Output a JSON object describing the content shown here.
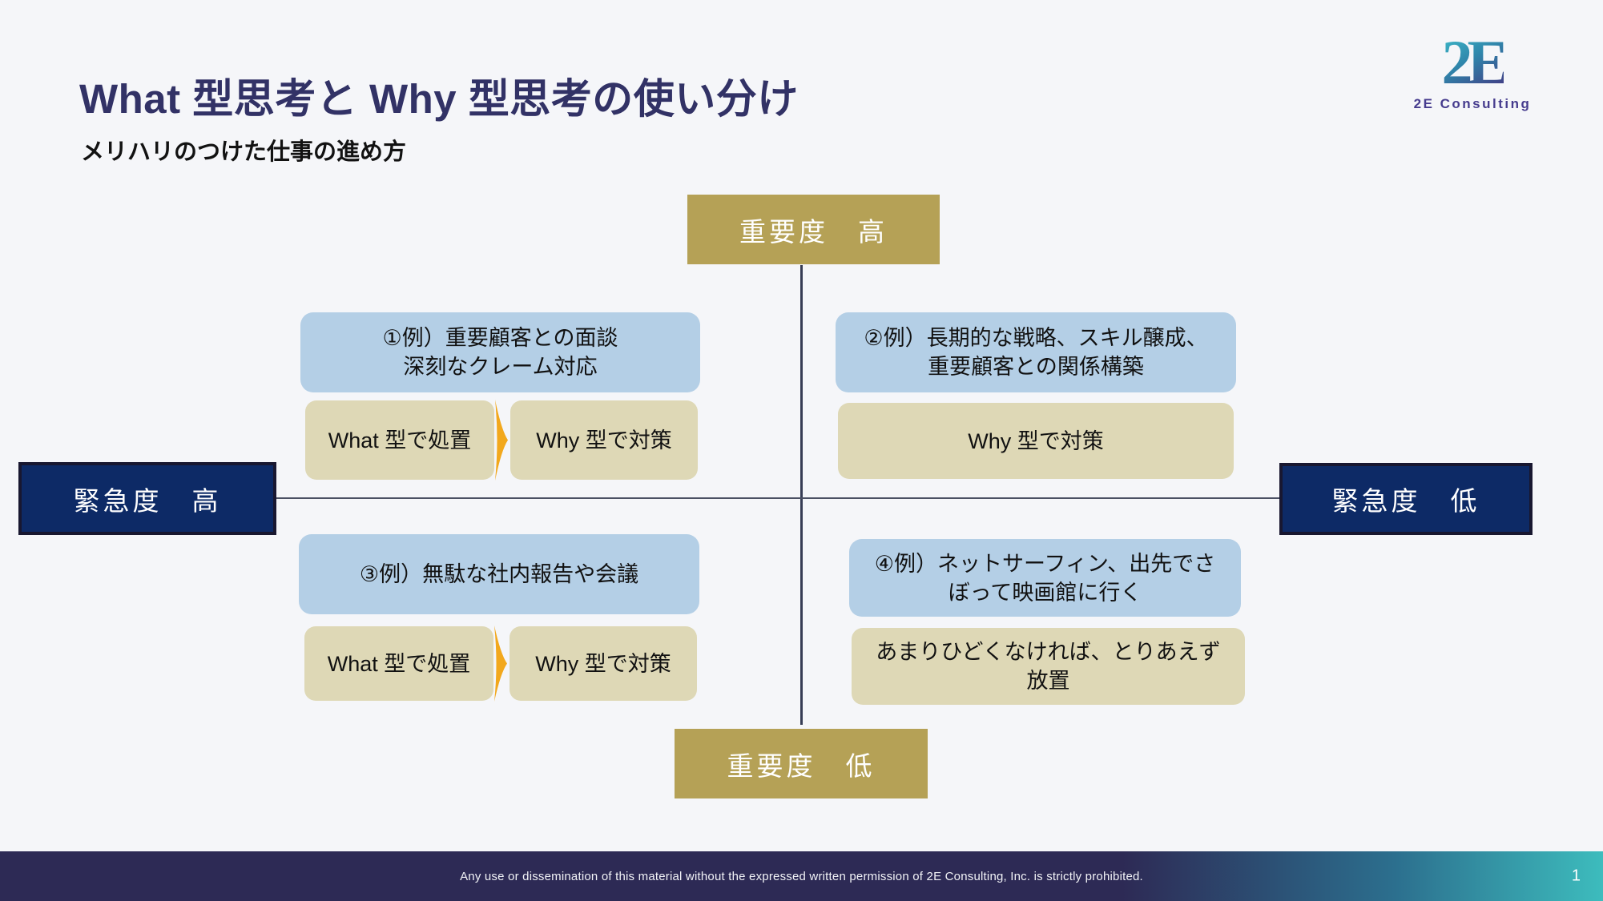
{
  "slide": {
    "title": "What 型思考と Why 型思考の使い分け",
    "subtitle": "メリハリのつけた仕事の進め方",
    "footer_text": "Any use or dissemination of this material without the expressed written permission of 2E Consulting, Inc. is strictly prohibited.",
    "page_number": "1"
  },
  "logo": {
    "mark": "2E",
    "name": "2E Consulting"
  },
  "matrix": {
    "axis_labels": {
      "importance_high": "重要度　高",
      "importance_low": "重要度　低",
      "urgency_high": "緊急度　高",
      "urgency_low": "緊急度　低"
    },
    "quadrants": [
      {
        "id": "q1",
        "position": "urgent-important",
        "example": "①例）重要顧客との面談\n深刻なクレーム対応",
        "actions": [
          "What 型で処置",
          "Why 型で対策"
        ],
        "has_arrow": true
      },
      {
        "id": "q2",
        "position": "not-urgent-important",
        "example": "②例）長期的な戦略、スキル醸成、\n重要顧客との関係構築",
        "actions": [
          "Why 型で対策"
        ],
        "has_arrow": false
      },
      {
        "id": "q3",
        "position": "urgent-not-important",
        "example": "③例）無駄な社内報告や会議",
        "actions": [
          "What 型で処置",
          "Why 型で対策"
        ],
        "has_arrow": true
      },
      {
        "id": "q4",
        "position": "not-urgent-not-important",
        "example": "④例）ネットサーフィン、出先でさ\nぼって映画館に行く",
        "actions": [
          "あまりひどくなければ、とりあえず\n放置"
        ],
        "has_arrow": false
      }
    ]
  },
  "palette": {
    "background": "#f5f6f9",
    "title_color": "#323266",
    "axis_gold": "#b5a156",
    "axis_navy": "#0d2a66",
    "axis_navy_border": "#181730",
    "example_blue": "#b4cfe6",
    "action_tan": "#ded8b6",
    "flow_arrow_gold": "#f2a81d",
    "footer_purple": "#2d2a55",
    "footer_teal": "#3dbcbd"
  },
  "icons": {
    "flow_arrow": "flow-arrow-icon (gold chevron pointing right between action boxes)"
  }
}
